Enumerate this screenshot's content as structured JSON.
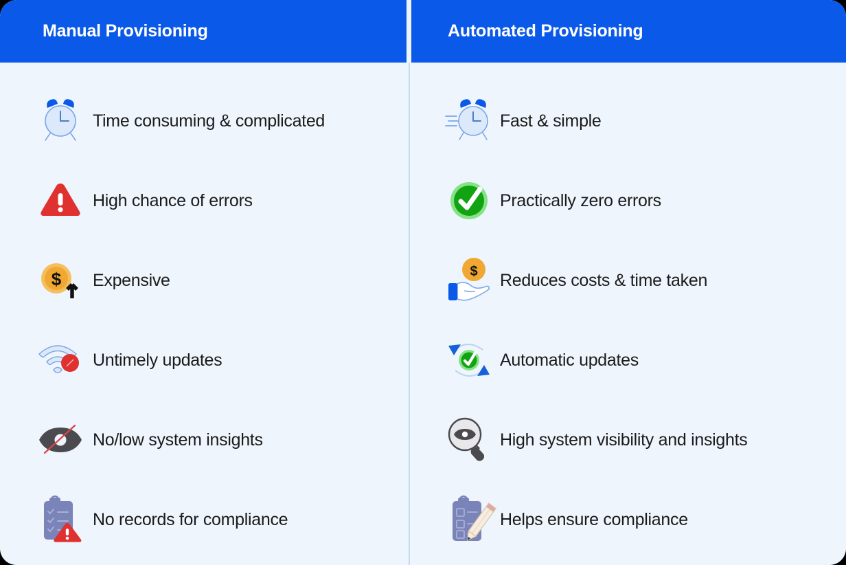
{
  "card": {
    "background": "#eff5fd",
    "header_color": "#0a59e8",
    "divider_color": "#c3dbf6",
    "text_color": "#1b1b1b"
  },
  "columns": [
    {
      "id": "manual",
      "title": "Manual Provisioning",
      "rows": [
        {
          "icon": "alarm-clock-icon",
          "label": "Time consuming & complicated"
        },
        {
          "icon": "warning-triangle-icon",
          "label": "High chance of errors"
        },
        {
          "icon": "coin-up-arrow-icon",
          "label": "Expensive"
        },
        {
          "icon": "wifi-error-icon",
          "label": "Untimely updates"
        },
        {
          "icon": "eye-slash-icon",
          "label": "No/low system insights"
        },
        {
          "icon": "clipboard-warning-icon",
          "label": "No records for compliance"
        }
      ]
    },
    {
      "id": "automated",
      "title": "Automated Provisioning",
      "rows": [
        {
          "icon": "fast-alarm-clock-icon",
          "label": "Fast & simple"
        },
        {
          "icon": "green-check-circle-icon",
          "label": "Practically zero errors"
        },
        {
          "icon": "hand-coin-icon",
          "label": "Reduces costs & time taken"
        },
        {
          "icon": "sync-check-icon",
          "label": "Automatic updates"
        },
        {
          "icon": "magnifier-eye-icon",
          "label": "High system visibility and insights"
        },
        {
          "icon": "clipboard-pencil-icon",
          "label": "Helps ensure compliance"
        }
      ]
    }
  ],
  "palette": {
    "blue": "#0a59e8",
    "light_blue_fill": "#dbe8fb",
    "light_blue_stroke": "#7aa7e8",
    "red": "#e03131",
    "green": "#12a312",
    "light_green": "#7de87d",
    "orange": "#f0a832",
    "orange_dark": "#e09a1f",
    "gray_dark": "#4a4a4f",
    "clipboard": "#7a84b8",
    "clipboard_light": "#8f97c6"
  }
}
